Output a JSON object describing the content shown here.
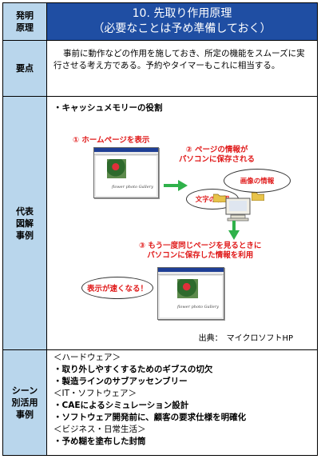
{
  "header": {
    "label_line1": "発明",
    "label_line2": "原理",
    "title_line1": "10. 先取り作用原理",
    "title_line2": "（必要なことは予め準備しておく）"
  },
  "summary": {
    "label": "要点",
    "text": "事前に動作などの作用を施しておき、所定の機能をスムーズに実行させる考え方である。予約やタイマーもこれに相当する。"
  },
  "diagram": {
    "label_line1": "代表",
    "label_line2": "図解",
    "label_line3": "事例",
    "subtitle": "・キャッシュメモリーの役割",
    "step1": "① ホームページを表示",
    "step2_line1": "② ページの情報が",
    "step2_line2": "パソコンに保存される",
    "image_info": "画像の情報",
    "text_info": "文字の情報",
    "step3_line1": "③ もう一度同じページを見るときに",
    "step3_line2": "パソコンに保存した情報を利用",
    "faster": "表示が速くなる！",
    "photo_caption": "flower photo Gallery",
    "credit": "出典：　マイクロソフトHP",
    "colors": {
      "caption_red": "#e01a1a",
      "arrow_green": "#2fb14a",
      "header_blue": "#1f4ea3",
      "label_blue": "#b9d6ec"
    },
    "icons": [
      "browser-window",
      "arrow-right",
      "arrow-down",
      "folder",
      "computer"
    ]
  },
  "scenes": {
    "label_line1": "シーン",
    "label_line2": "別活用",
    "label_line3": "事例",
    "items": [
      "＜ハードウェア＞",
      "・取り外しやすくするためのギブスの切欠",
      "・製造ラインのサブアッセンブリー",
      "＜IT・ソフトウェア＞",
      "・CAEによるシミュレーション設計",
      "・ソフトウェア開発前に、顧客の要求仕様を明確化",
      "＜ビジネス・日常生活＞",
      "・予め糊を塗布した封筒"
    ]
  }
}
